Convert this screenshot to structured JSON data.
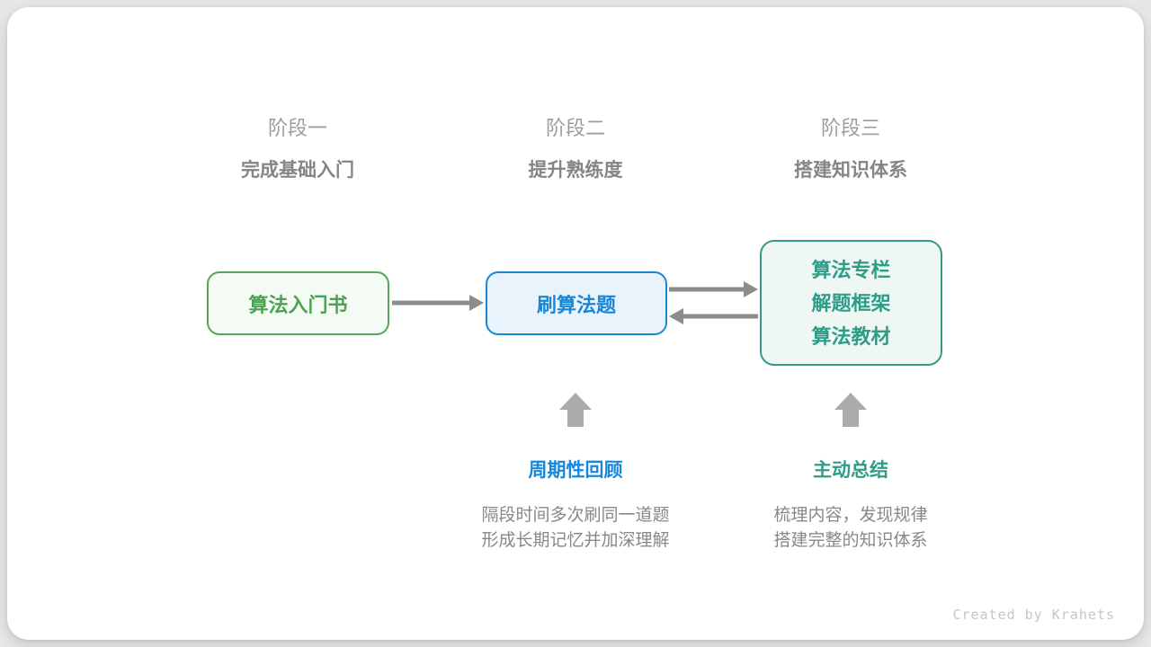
{
  "stages": [
    {
      "label": "阶段一",
      "subtitle": "完成基础入门"
    },
    {
      "label": "阶段二",
      "subtitle": "提升熟练度"
    },
    {
      "label": "阶段三",
      "subtitle": "搭建知识体系"
    }
  ],
  "nodes": [
    {
      "title": "算法入门书",
      "color": "#57a45c",
      "fill": "#f4faf4"
    },
    {
      "title": "刷算法题",
      "color": "#1c86d5",
      "fill": "#e9f3fc"
    },
    {
      "lines": [
        "算法专栏",
        "解题框架",
        "算法教材"
      ],
      "color": "#35998a",
      "fill": "#eef7f4"
    }
  ],
  "annotations": [
    {
      "title": "周期性回顾",
      "title_color": "#1787d8",
      "lines": [
        "隔段时间多次刷同一道题",
        "形成长期记忆并加深理解"
      ]
    },
    {
      "title": "主动总结",
      "title_color": "#2f9c87",
      "lines": [
        "梳理内容，发现规律",
        "搭建完整的知识体系"
      ]
    }
  ],
  "footer": {
    "credit": "Created by Krahets"
  },
  "colors": {
    "page_background": "#e7e7e7",
    "card_background": "#ffffff",
    "stage_label": "#9d9d9d",
    "stage_subtitle": "#858585",
    "description_text": "#888888",
    "arrow": "#8c8c8c",
    "up_arrow": "#ababab",
    "credit_text": "#c6c6c6"
  }
}
